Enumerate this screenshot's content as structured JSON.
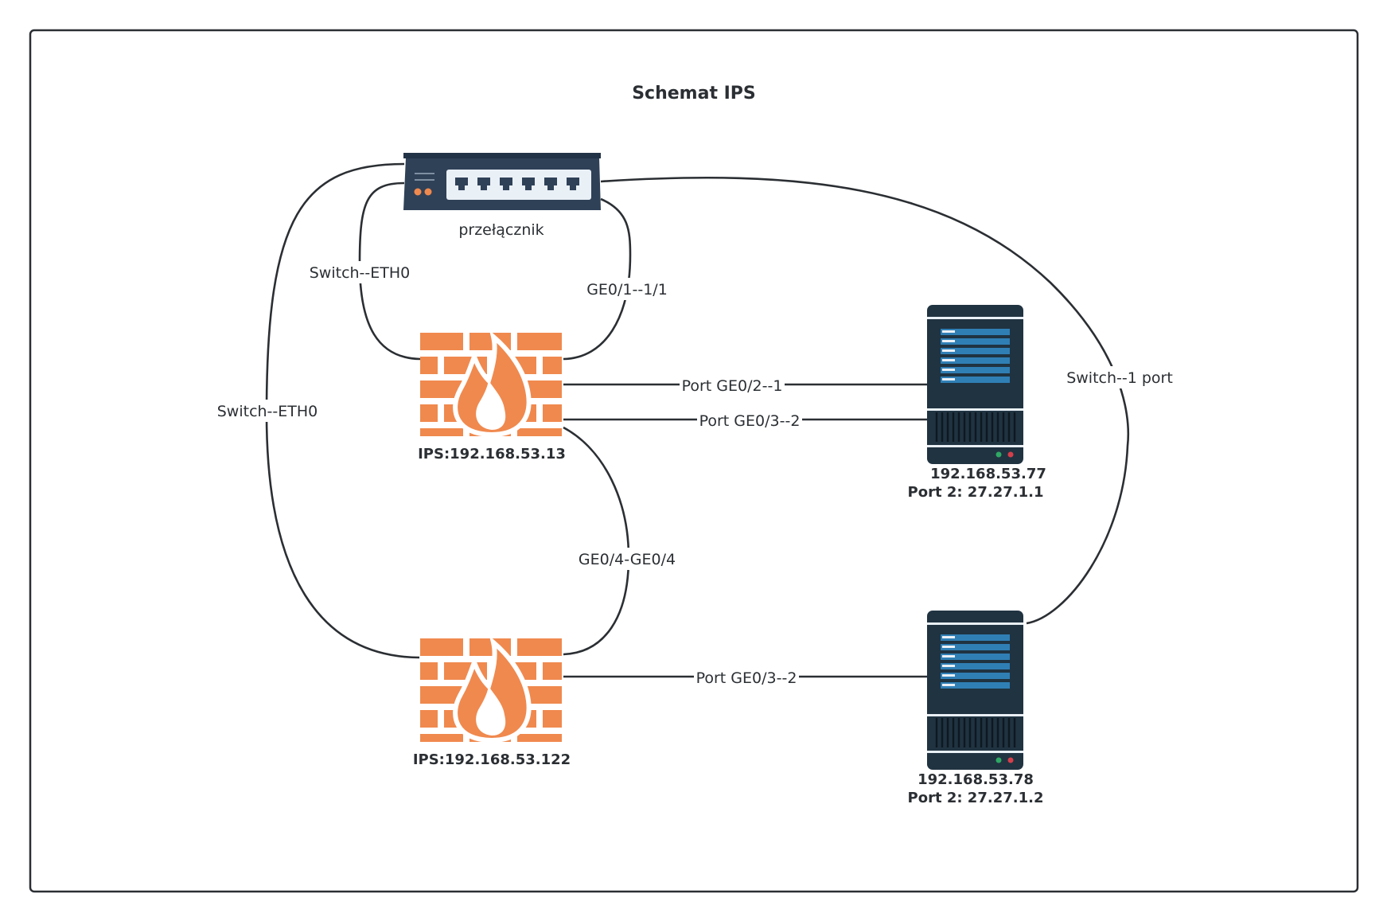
{
  "diagram": {
    "title": "Schemat IPS",
    "nodes": {
      "switch": {
        "label": "przełącznik",
        "icon": "network-switch-icon"
      },
      "ips1": {
        "label": "IPS:192.168.53.13",
        "icon": "firewall-icon"
      },
      "ips2": {
        "label": "IPS:192.168.53.122",
        "icon": "firewall-icon"
      },
      "server1": {
        "ip": "192.168.53.77",
        "port": "Port 2:  27.27.1.1",
        "icon": "server-icon"
      },
      "server2": {
        "ip": "192.168.53.78",
        "port": "Port 2:  27.27.1.2",
        "icon": "server-icon"
      }
    },
    "links": {
      "switch_ips1_eth0": "Switch--ETH0",
      "switch_ips2_eth0": "Switch--ETH0",
      "switch_ips1_ge": "GE0/1--1/1",
      "switch_server2": "Switch--1 port",
      "ips1_server1_a": "Port GE0/2--1",
      "ips1_server1_b": "Port GE0/3--2",
      "ips1_ips2": "GE0/4-GE0/4",
      "ips2_server2": "Port GE0/3--2"
    },
    "colors": {
      "line": "#2b2f33",
      "firewall": "#f0894e",
      "switch": "#2f4157",
      "server": "#203341",
      "server_accent": "#2f7fb5"
    }
  }
}
